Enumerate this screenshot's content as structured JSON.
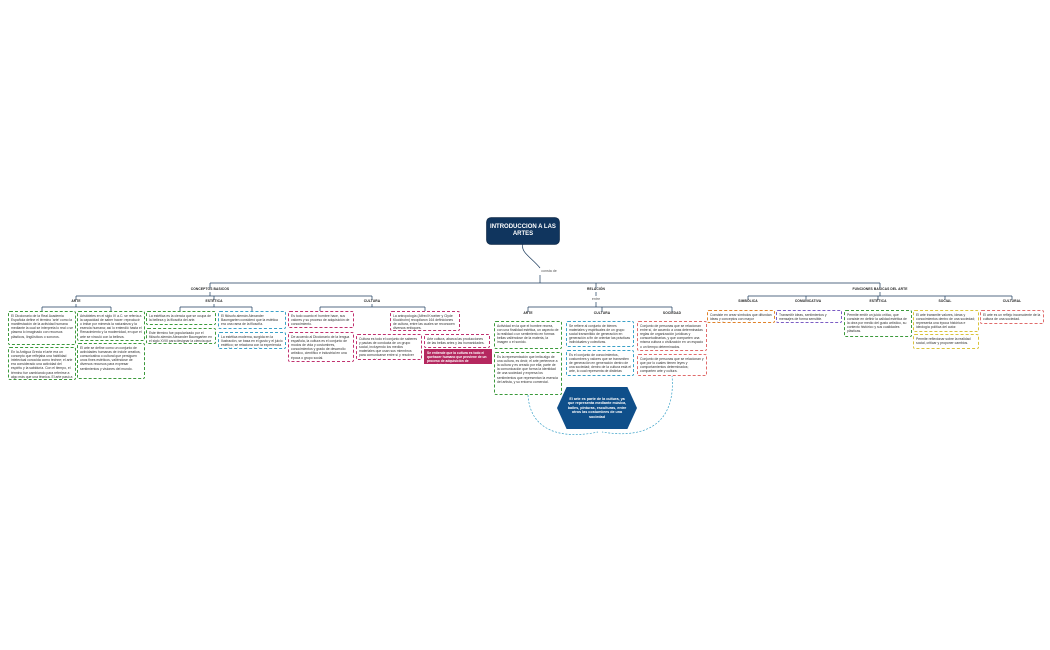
{
  "central_title": "INTRODUCCION A LAS ARTES",
  "central_connector": "consta de",
  "relacion_connector": "entre",
  "branches": {
    "conceptos": "CONCEPTOS BASICOS",
    "relacion": "RELACIÓN",
    "funciones": "FUNCIONES BASICAS DEL ARTE"
  },
  "conceptos": {
    "arte": {
      "label": "ARTE",
      "col1": [
        "El Diccionario de la Real Academia Española define el término 'arte' como la manifestación de la actividad humana mediante la cual se interpreta lo real o se plasma lo imaginado con recursos plásticos, lingüísticos o sonoros.",
        "En la Antigua Grecia el arte era un concepto que reflejaba una habilidad intelectual conocida como techne; el arte era considerado una actividad del espíritu y la sabiduría. Con el tiempo, el término fue cambiando para referirse a algo más que una técnica. El arte pasó a ser entendido como la expresión de ideas y sentimientos."
      ],
      "col2": [
        "Aristóteles en el siglo IV a.C. se refería a la capacidad de saber hacer: reproducir o imitar por mimesis la naturaleza y la esencia humana; así lo entendió hasta el Renacimiento y la modernidad, en que el arte se vinculó con la belleza.",
        "El arte se define como un conjunto de actividades humanas de índole creativa, comunicativa o cultural que persiguen unos fines estéticos, valiéndose de diversos recursos para expresar sentimientos y visiones del mundo."
      ]
    },
    "estetica": {
      "label": "ESTÉTICA",
      "col1": [
        "La estética es la ciencia que se ocupa de la belleza y la filosofía del arte.",
        "Este término fue popularizado por el filósofo alemán Alexander Baumgarten en el siglo XVIII para designar la ciencia que estudia la belleza y la sensibilidad."
      ],
      "col2": [
        "El filósofo alemán Alexander Baumgarten consideró que la estética era una rama de la filosofía.",
        "La estética moderna, surgida en la Ilustración, se basa en el gusto y el juicio estético; se relaciona con la experiencia sensible y la contemplación."
      ]
    },
    "cultura": {
      "label": "CULTURA",
      "col1": [
        "Es todo cuanto el hombre hace, sus valores y su proceso de adquisición de conocimiento.",
        "De acuerdo al Diccionario de la lengua española, la cultura es el conjunto de modos de vida y costumbres, conocimientos y grado de desarrollo artístico, científico e industrial en una época o grupo social.",
        "Se entiende que la cultura es todo el quehacer humano que proviene de un proceso de adquisición de conocimiento."
      ],
      "col2": [
        "La antropología (Alfred Kroeber y Clyde Kluckhohn) recopilaron 164 definiciones de cultura, entre las cuales se reconocen diversos enfoques.",
        "Cultura es todo el conjunto de saberes y pautas de conducta de un grupo social, incluyendo los medios materiales que usan sus miembros para comunicarse entre sí y resolver sus necesidades.",
        "Arte cultura, abarca las producciones de las bellas artes y las humanidades."
      ]
    }
  },
  "relacion": {
    "arte": {
      "label": "ARTE",
      "items": [
        "Actividad en la que el hombre recrea, con una finalidad estética, un aspecto de la realidad o un sentimiento en formas bellas valiéndose de la materia, la imagen o el sonido.",
        "Es la representación que imita algo de una cultura, es decir, el arte pertenece a la cultura y es creado por ella; parte de la comunicación que forma la identidad de una sociedad y expresa los sentimientos que representan la esencia del artista, y su entorno comercial."
      ]
    },
    "cultura": {
      "label": "CULTURA",
      "items": [
        "Se refiere al conjunto de bienes materiales y espirituales de un grupo social transmitido de generación en generación a fin de orientar las prácticas individuales y colectivas.",
        "Es el conjunto de conocimientos, costumbres y valores que se transmiten de generación en generación dentro de una sociedad; dentro de la cultura está el arte, lo cual representa de distintas maneras."
      ]
    },
    "sociedad": {
      "label": "SOCIEDAD",
      "items": [
        "Conjunto de personas que se relacionan entre sí, de acuerdo a unas determinadas reglas de organización jurídicas y consuetudinarias, y que comparten una misma cultura o civilización en un espacio o un tiempo determinados.",
        "Conjunto de personas que se relacionan y que por lo cuales tienen leyes y comportamientos determinados; comparten arte y cultura."
      ]
    },
    "summary": "El arte es parte de la cultura, ya que representa mediante música, bailes, pinturas, esculturas, entre otros las costumbres de una sociedad"
  },
  "funciones": {
    "simbolica": {
      "label": "SIMBÓLICA",
      "text": "Consiste en crear símbolos que difundan ideas y conceptos con mayor aceptación."
    },
    "comunicativa": {
      "label": "COMUNICATIVA",
      "text": "Transmitir ideas, sentimientos y mensajes de forma sensible."
    },
    "estetica": {
      "label": "ESTÉTICA",
      "text": "Permite emitir un juicio crítico, que consiste en definir la calidad estética de la obra por medio del gusto artístico, su contexto histórico y sus cualidades plásticas."
    },
    "social": {
      "label": "SOCIAL",
      "items": [
        "El arte transmite valores, ideas y conocimientos dentro de una sociedad; representa una época histórica e ideología política del autor.",
        "Permite reflexionar sobre la realidad social, criticar y proponer cambios."
      ]
    },
    "cultural": {
      "label": "CULTURAL",
      "text": "El arte es un reflejo inconsciente de la cultura de una sociedad."
    }
  },
  "colors": {
    "central": "#10355e",
    "green": "#3c9a3c",
    "blue": "#3aa1c8",
    "pink": "#c0316f",
    "orange": "#e0822a",
    "violet": "#7b5cc4",
    "yellow": "#d9c23a",
    "red": "#e06b6b"
  }
}
